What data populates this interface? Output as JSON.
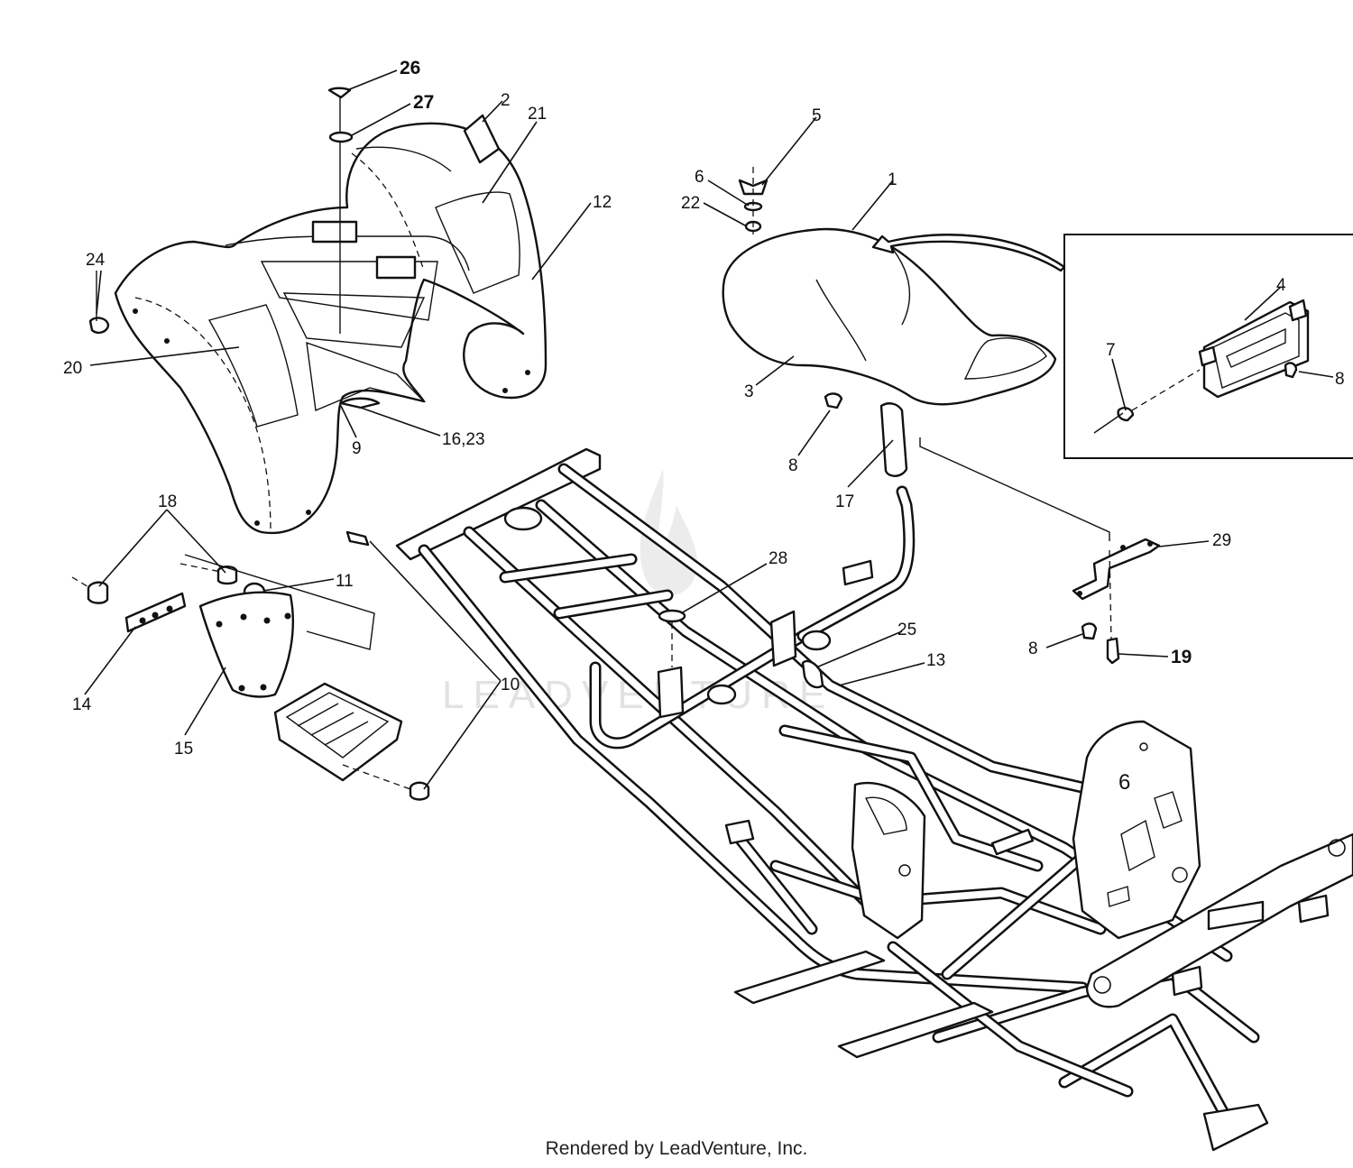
{
  "watermark": "LEADVENTURE",
  "footer": "Rendered by LeadVenture, Inc.",
  "callouts": {
    "c1": "1",
    "c2": "2",
    "c3": "3",
    "c4": "4",
    "c5": "5",
    "c6": "6",
    "c7": "7",
    "c8a": "8",
    "c8b": "8",
    "c8c": "8",
    "c9": "9",
    "c10": "10",
    "c11": "11",
    "c12": "12",
    "c13": "13",
    "c14": "14",
    "c15": "15",
    "c16": "16,23",
    "c17": "17",
    "c18": "18",
    "c19": "19",
    "c20": "20",
    "c21": "21",
    "c22": "22",
    "c24": "24",
    "c25": "25",
    "c26": "26",
    "c27": "27",
    "c28": "28",
    "c29": "29"
  }
}
